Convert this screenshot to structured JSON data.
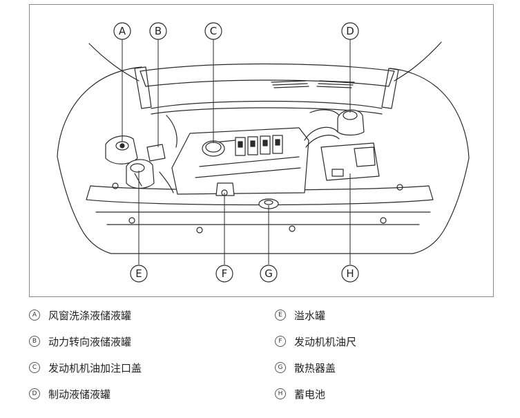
{
  "callouts": {
    "A": "A",
    "B": "B",
    "C": "C",
    "D": "D",
    "E": "E",
    "F": "F",
    "G": "G",
    "H": "H"
  },
  "legend": [
    {
      "letter": "A",
      "text": "风窗洗涤液储液罐"
    },
    {
      "letter": "B",
      "text": "动力转向液储液罐"
    },
    {
      "letter": "C",
      "text": "发动机机油加注口盖"
    },
    {
      "letter": "D",
      "text": "制动液储液罐"
    },
    {
      "letter": "E",
      "text": "溢水罐"
    },
    {
      "letter": "F",
      "text": "发动机机油尺"
    },
    {
      "letter": "G",
      "text": "散热器盖"
    },
    {
      "letter": "H",
      "text": "蓄电池"
    }
  ]
}
